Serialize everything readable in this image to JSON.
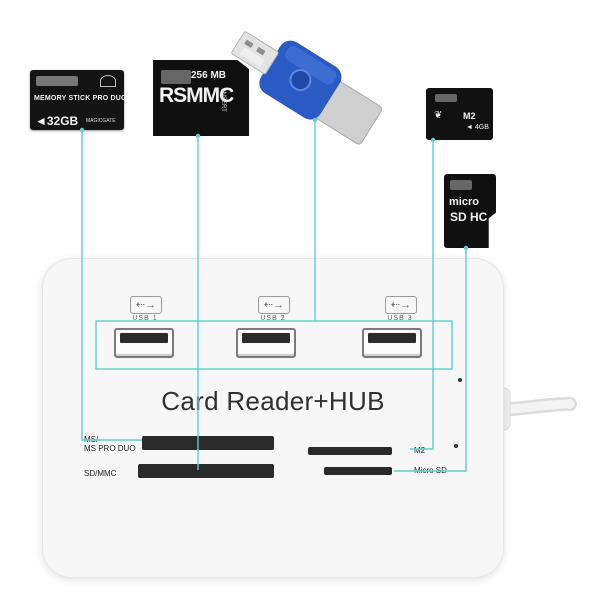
{
  "cards": {
    "memory_stick": {
      "name": "MEMORY STICK PRO DUO",
      "capacity": "◄32GB",
      "sub": "MAGICGATE"
    },
    "rs_mmc": {
      "size": "256 MB",
      "name": "RSMMC",
      "insert": "INSERT"
    },
    "m2": {
      "label": "M2",
      "capacity": "◄ 4GB"
    },
    "micro_sd": {
      "name": "micro",
      "hc": "SD HC"
    }
  },
  "hub": {
    "title": "Card Reader+HUB",
    "usb_ports": [
      {
        "label": "USB 1"
      },
      {
        "label": "USB 2"
      },
      {
        "label": "USB 3"
      }
    ],
    "slots": {
      "ms_label_line1": "MS/",
      "ms_label_line2": "MS PRO DUO",
      "sd_label": "SD/MMC",
      "m2_label": "M2",
      "microsd_label": "Micro SD"
    }
  },
  "colors": {
    "connector_line": "#5fcfcf",
    "hub_body": "#f7f7f7",
    "flash_drive_blue": "#2a5bc4",
    "flash_drive_metal": "#c4c4c4"
  }
}
